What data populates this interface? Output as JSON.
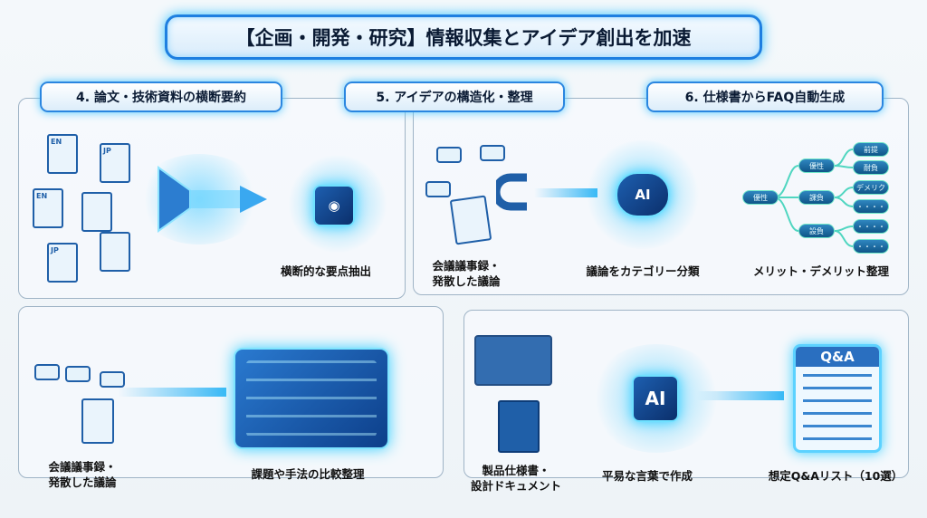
{
  "title": "【企画・開発・研究】情報収集とアイデア創出を加速",
  "sections": [
    {
      "header": "4. 論文・技術資料の横断要約"
    },
    {
      "header": "5. アイデアの構造化・整理"
    },
    {
      "header": "6. 仕様書からFAQ自動生成"
    }
  ],
  "panel4": {
    "doc_tags": [
      "EN",
      "JP",
      "EN",
      "JP"
    ],
    "result": "横断的な要点抽出"
  },
  "panel5": {
    "input": "会議議事録・\n発散した議論",
    "ai_label": "AI",
    "middle": "議論をカテゴリー分類",
    "result": "メリット・デメリット整理",
    "mindmap": {
      "root": "優性",
      "branches": [
        "優性",
        "課負",
        "設負"
      ],
      "leaves": [
        "前提",
        "耐負",
        "デメリク",
        "・・・・",
        "・・・・",
        "・・・・"
      ]
    }
  },
  "panel_bottom_left": {
    "input": "会議議事録・\n発散した議論",
    "result": "課題や手法の比較整理"
  },
  "panel6": {
    "input": "製品仕様書・\n設計ドキュメント",
    "ai_label": "AI",
    "middle": "平易な言葉で作成",
    "qa_title": "Q&A",
    "result": "想定Q&Aリスト（10選）"
  }
}
